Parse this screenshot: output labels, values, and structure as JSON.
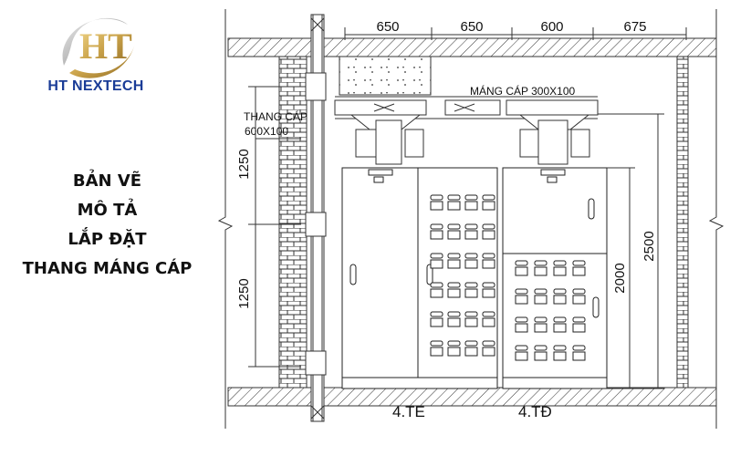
{
  "brand": {
    "logo_letters": "HT",
    "name": "HT NEXTECH"
  },
  "title": {
    "lines": [
      "BẢN VẼ",
      "MÔ TẢ",
      "LẮP ĐẶT",
      "THANG MÁNG CÁP"
    ]
  },
  "drawing": {
    "top_dims": [
      "650",
      "650",
      "600",
      "675"
    ],
    "tray_label": "MÁNG CÁP 300X100",
    "ladder_label_1": "THANG CÁP",
    "ladder_label_2": "600X100",
    "vertical_dim_upper": "1250",
    "vertical_dim_lower": "1250",
    "height_dim_2000": "2000",
    "height_dim_2500": "2500",
    "cabinet_1_label": "4.TE",
    "cabinet_2_label": "4.TĐ"
  }
}
